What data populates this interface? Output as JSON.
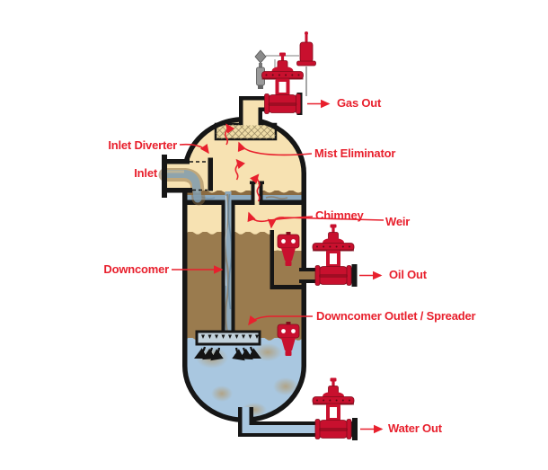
{
  "diagram": {
    "labels": {
      "inlet_diverter": "Inlet Diverter",
      "inlet": "Inlet",
      "gas_out": "Gas Out",
      "mist_eliminator": "Mist Eliminator",
      "chimney": "Chimney",
      "weir": "Weir",
      "downcomer": "Downcomer",
      "oil_out": "Oil Out",
      "downcomer_outlet_spreader": "Downcomer Outlet / Spreader",
      "water_out": "Water Out"
    },
    "colors": {
      "label_red": "#E8202D",
      "valve_red": "#C8102E",
      "valve_dark_red": "#7F0B1B",
      "vessel_tan": "#F7E2B2",
      "oil_brown": "#9A7B4E",
      "water_blue": "#A9C7E0",
      "surface_blue": "#8CA9BE",
      "wave_brown": "#8A6B42",
      "outline_black": "#161616"
    }
  }
}
